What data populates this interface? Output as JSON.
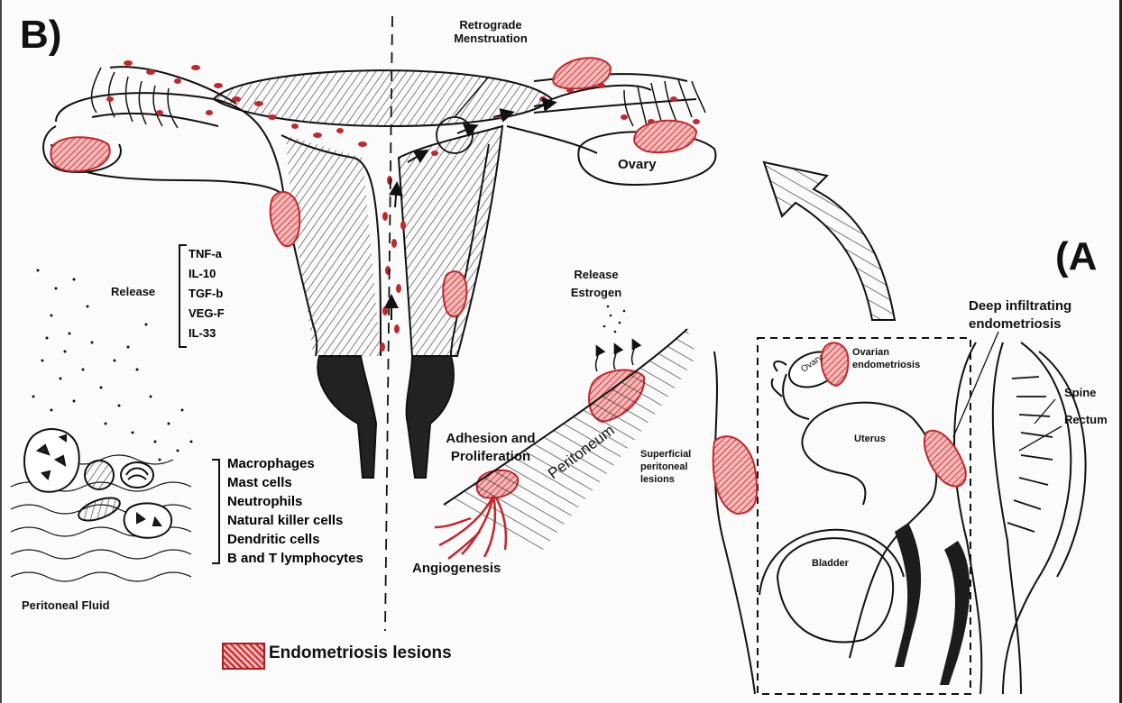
{
  "panels": {
    "b": "B)",
    "a": "(A"
  },
  "labels": {
    "retrograde": [
      "Retrograde",
      "Menstruation"
    ],
    "ovary_b": "Ovary",
    "release": "Release",
    "release_estrogen": [
      "Release",
      "Estrogen"
    ],
    "adhesion": [
      "Adhesion and",
      "Proliferation"
    ],
    "peritoneum": "Peritoneum",
    "angiogenesis": "Angiogenesis",
    "peritoneal_fluid": "Peritoneal Fluid",
    "superficial": [
      "Superficial",
      "peritoneal",
      "lesions"
    ],
    "deep": [
      "Deep infiltrating",
      "endometriosis"
    ],
    "ovarian_endo": [
      "Ovarian",
      "endometriosis"
    ],
    "ovary_a": "Ovary",
    "uterus": "Uterus",
    "spine": "Spine",
    "rectum": "Rectum",
    "bladder": "Bladder"
  },
  "cytokines": [
    "TNF-a",
    "IL-10",
    "TGF-b",
    "VEG-F",
    "IL-33"
  ],
  "immune_cells": [
    "Macrophages",
    "Mast cells",
    "Neutrophils",
    "Natural killer cells",
    "Dendritic cells",
    "B and T lymphocytes"
  ],
  "legend": {
    "label": "Endometriosis lesions"
  },
  "colors": {
    "lesion": "#c0282d",
    "ink": "#111111",
    "lesion_fill": "#f2b3b3"
  }
}
